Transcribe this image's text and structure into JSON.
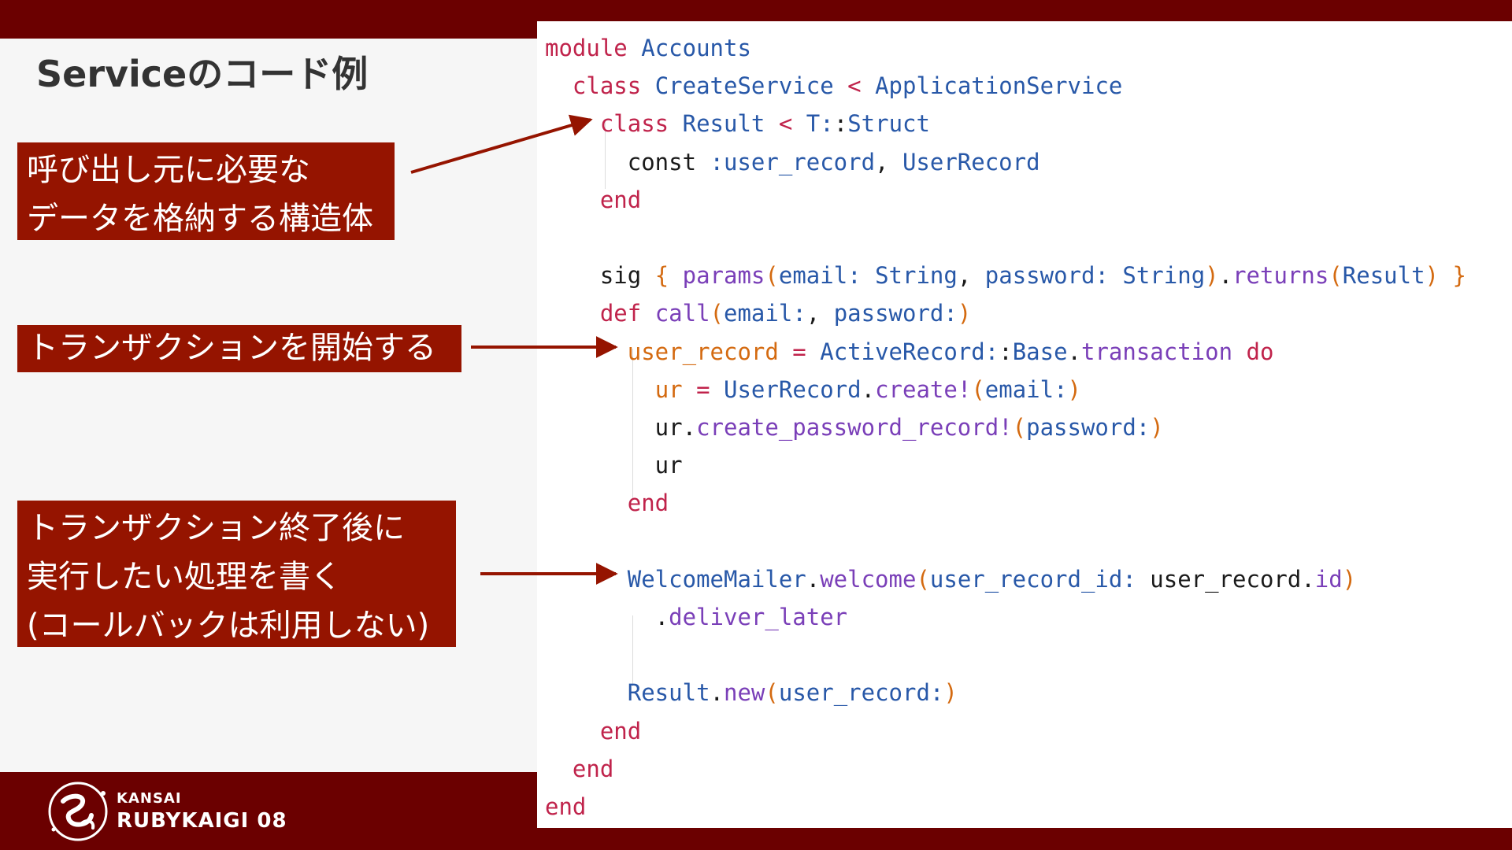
{
  "slide": {
    "title": "Serviceのコード例"
  },
  "callouts": [
    {
      "lines": [
        "呼び出し元に必要な",
        "データを格納する構造体"
      ]
    },
    {
      "lines": [
        "トランザクションを開始する"
      ]
    },
    {
      "lines": [
        "トランザクション終了後に",
        "実行したい処理を書く",
        "(コールバックは利用しない)"
      ]
    }
  ],
  "code": {
    "lines": [
      "module Accounts",
      "  class CreateService < ApplicationService",
      "    class Result < T::Struct",
      "      const :user_record, UserRecord",
      "    end",
      "",
      "    sig { params(email: String, password: String).returns(Result) }",
      "    def call(email:, password:)",
      "      user_record = ActiveRecord::Base.transaction do",
      "        ur = UserRecord.create!(email:)",
      "        ur.create_password_record!(password:)",
      "        ur",
      "      end",
      "",
      "      WelcomeMailer.welcome(user_record_id: user_record.id)",
      "        .deliver_later",
      "",
      "      Result.new(user_record:)",
      "    end",
      "  end",
      "end"
    ]
  },
  "footer": {
    "event_region": "KANSAI",
    "event_name": "RUBYKAIGI 08"
  },
  "colors": {
    "frame": "#6b0000",
    "callout_bg": "#951400",
    "keyword": "#c0234b",
    "constant": "#2858a8",
    "method": "#7a3fb8",
    "variable": "#d46a10"
  },
  "icons": {
    "logo": "kansai-rubykaigi-logo"
  }
}
